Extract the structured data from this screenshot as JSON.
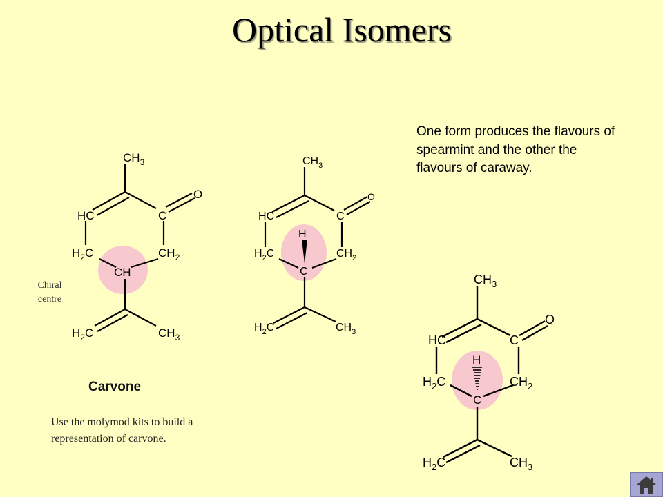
{
  "title": "Optical Isomers",
  "description": "One form produces the flavours of spearmint and the other the flavours of caraway.",
  "chiral_label": [
    "Chiral",
    "centre"
  ],
  "molecule_name": "Carvone",
  "instruction": "Use the molymod kits to build a representation of carvone.",
  "atom_labels": {
    "methyl": "CH",
    "methyl_sub": "3",
    "carbonyl_c": "C",
    "oxygen": "O",
    "ring_ch_h": "H",
    "ring_ch_c": "C",
    "methylene_h": "H",
    "methylene_sub": "2",
    "methylene_c": "C",
    "ring_ch2": "CH",
    "ring_ch2_sub": "2",
    "chiral_ch": "CH",
    "chiral_c": "C",
    "wedge_h": "H"
  },
  "colors": {
    "background": "#ffffc4",
    "chiral_highlight": "#f8c8cf",
    "home_button": "#a6a6d2",
    "home_icon": "#3c3c3c"
  },
  "icons": {
    "home": "home-icon"
  }
}
